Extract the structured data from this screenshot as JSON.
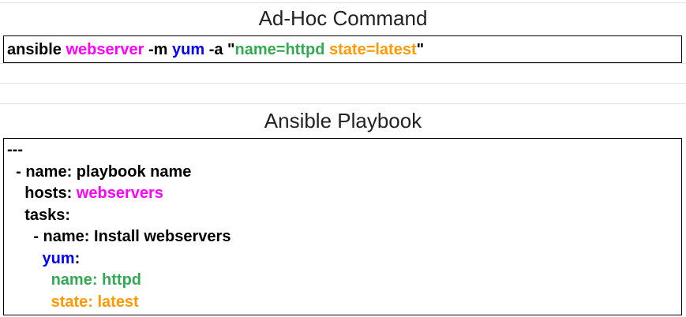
{
  "colors": {
    "magenta": "#ff00ff",
    "blue": "#0000ff",
    "green": "#34a853",
    "orange": "#ff9900",
    "grid": "#e3e3e3"
  },
  "adhoc": {
    "title": "Ad-Hoc Command",
    "cmd_prefix": "ansible ",
    "host": "webserver",
    "module_flag": " -m ",
    "module": "yum",
    "arg_flag": " -a \"",
    "arg_name": "name=httpd",
    "arg_space": " ",
    "arg_state": "state=latest",
    "arg_close": "\""
  },
  "playbook": {
    "title": "Ansible Playbook",
    "doc_start": "---",
    "play_name": "  - name: playbook name",
    "hosts_label": "    hosts: ",
    "hosts_value": "webservers",
    "tasks_label": "    tasks:",
    "task_name": "      - name: Install webservers",
    "module_indent": "        ",
    "module_name": "yum",
    "module_colon": ":",
    "param_name": "          name: httpd",
    "param_state": "          state: latest"
  }
}
